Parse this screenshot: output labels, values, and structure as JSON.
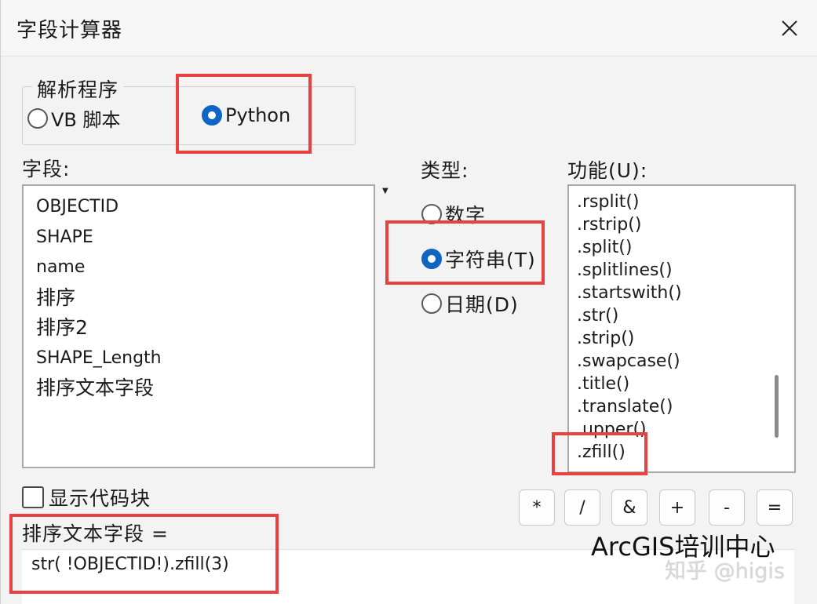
{
  "window": {
    "title": "字段计算器",
    "close_icon": "close-icon"
  },
  "parser": {
    "group_label": "解析程序",
    "options": [
      {
        "label": "VB 脚本",
        "checked": false
      },
      {
        "label": "Python",
        "checked": true
      }
    ]
  },
  "fields": {
    "label": "字段:",
    "items": [
      "OBJECTID",
      "SHAPE",
      "name",
      "排序",
      "排序2",
      "SHAPE_Length",
      "排序文本字段"
    ]
  },
  "type": {
    "label": "类型:",
    "options": [
      {
        "label": "数字",
        "checked": false
      },
      {
        "label": "字符串(T)",
        "checked": true
      },
      {
        "label": "日期(D)",
        "checked": false
      }
    ]
  },
  "functions": {
    "label": "功能(U):",
    "items": [
      ".rsplit()",
      ".rstrip()",
      ".split()",
      ".splitlines()",
      ".startswith()",
      ".str()",
      ".strip()",
      ".swapcase()",
      ".title()",
      ".translate()",
      ".upper()",
      ".zfill()"
    ]
  },
  "show_codeblock": {
    "label": "显示代码块",
    "checked": false
  },
  "operators": [
    "*",
    "/",
    "&",
    "+",
    "-",
    "="
  ],
  "expression": {
    "label": "排序文本字段 =",
    "value": "str( !OBJECTID!).zfill(3)"
  },
  "watermark": {
    "main": "ArcGIS培训中心",
    "sub": "知乎 @higis"
  },
  "colors": {
    "accent": "#1065c4",
    "highlight": "#e8413f"
  }
}
